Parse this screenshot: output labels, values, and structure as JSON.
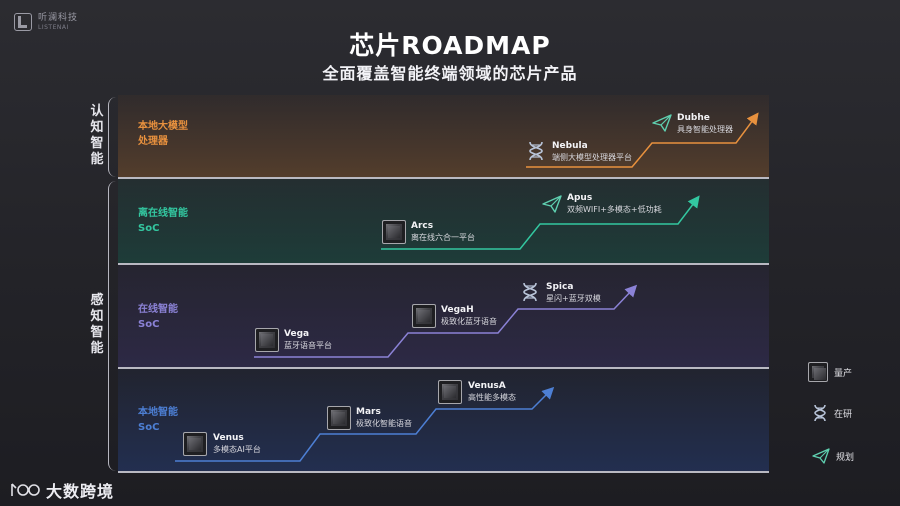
{
  "logo": {
    "cn": "听澜科技",
    "en": "LISTENAI"
  },
  "header": {
    "title": "芯片ROADMAP",
    "subtitle": "全面覆盖智能终端领域的芯片产品"
  },
  "side": {
    "cognitive": [
      "认",
      "知",
      "智",
      "能"
    ],
    "perceptual": [
      "感",
      "知",
      "智",
      "能"
    ]
  },
  "colors": {
    "orange": "#e8913e",
    "teal": "#33c7a0",
    "purple": "#8b82d6",
    "blue": "#4d7fd4"
  },
  "bands": [
    {
      "label": "本地大模型处理器",
      "lines": [
        "本地大模型",
        "处理器"
      ]
    },
    {
      "label": "离在线智能SoC",
      "lines": [
        "离在线智能",
        "SoC"
      ]
    },
    {
      "label": "在线智能SoC",
      "lines": [
        "在线智能",
        "SoC"
      ]
    },
    {
      "label": "本地智能SoC",
      "lines": [
        "本地智能",
        "SoC"
      ]
    }
  ],
  "items": {
    "nebula": {
      "name": "Nebula",
      "desc": "端侧大模型处理器平台",
      "status_icon": "dna-icon"
    },
    "dubhe": {
      "name": "Dubhe",
      "desc": "具身智能处理器",
      "status_icon": "paper-plane-icon"
    },
    "arcs": {
      "name": "Arcs",
      "desc": "离在线六合一平台",
      "status_icon": "chip-icon"
    },
    "apus": {
      "name": "Apus",
      "desc": "双频WIFI+多模态+低功耗",
      "status_icon": "paper-plane-icon"
    },
    "vega": {
      "name": "Vega",
      "desc": "蓝牙语音平台",
      "status_icon": "chip-icon"
    },
    "vegah": {
      "name": "VegaH",
      "desc": "极致化蓝牙语音",
      "status_icon": "chip-icon"
    },
    "spica": {
      "name": "Spica",
      "desc": "星闪+蓝牙双模",
      "status_icon": "dna-icon"
    },
    "venus": {
      "name": "Venus",
      "desc": "多模态AI平台",
      "status_icon": "chip-icon"
    },
    "mars": {
      "name": "Mars",
      "desc": "极致化智能语音",
      "status_icon": "chip-icon"
    },
    "venusa": {
      "name": "VenusA",
      "desc": "高性能多模态",
      "status_icon": "chip-icon"
    }
  },
  "legend": [
    {
      "label": "量产",
      "icon": "chip-icon"
    },
    {
      "label": "在研",
      "icon": "dna-icon"
    },
    {
      "label": "规划",
      "icon": "paper-plane-icon"
    }
  ],
  "watermark": {
    "text": "大数跨境"
  }
}
